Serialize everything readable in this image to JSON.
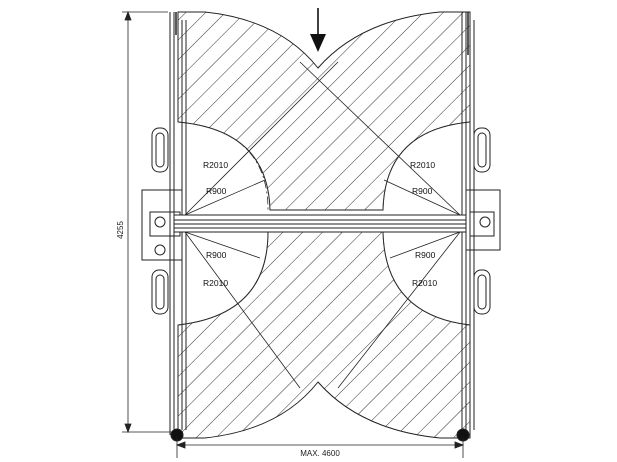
{
  "drawing": {
    "dimensions": {
      "vertical": "4255",
      "horizontal": "MAX. 4600"
    },
    "radius_labels": {
      "top_left_outer": "R2010",
      "top_left_inner": "R900",
      "top_right_outer": "R2010",
      "top_right_inner": "R900",
      "bottom_left_inner": "R900",
      "bottom_left_outer": "R2010",
      "bottom_right_inner": "R900",
      "bottom_right_outer": "R2010"
    },
    "entry_arrow_icon": "arrow-down-icon"
  }
}
